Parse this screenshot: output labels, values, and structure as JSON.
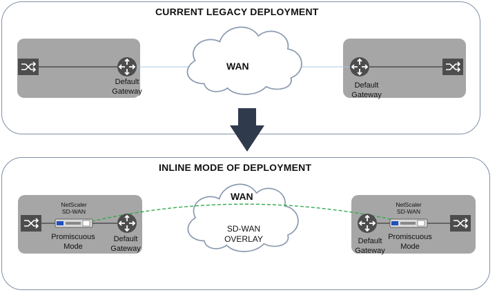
{
  "legacy": {
    "title": "CURRENT LEGACY DEPLOYMENT",
    "wan_label": "WAN",
    "left_gateway": "Default\nGateway",
    "right_gateway": "Default\nGateway"
  },
  "inline": {
    "title": "INLINE MODE OF DEPLOYMENT",
    "wan_label": "WAN",
    "overlay_label": "SD-WAN\nOVERLAY",
    "left_appliance": "NetScaler\nSD-WAN",
    "right_appliance": "NetScaler\nSD-WAN",
    "left_mode": "Promiscuous\nMode",
    "right_mode": "Promiscuous\nMode",
    "left_gateway": "Default\nGateway",
    "right_gateway": "Default\nGateway"
  },
  "colors": {
    "panel_border": "#7f8fa6",
    "site_fill": "#a6a6a6",
    "device_fill": "#4d4d4d",
    "overlay_link": "#2eaa4a",
    "arrow": "#2f3b4c"
  },
  "icons": {
    "switch": "switch-icon",
    "router": "router-icon",
    "appliance": "sdwan-appliance-icon",
    "cloud": "cloud-icon",
    "arrow": "down-arrow-icon"
  }
}
